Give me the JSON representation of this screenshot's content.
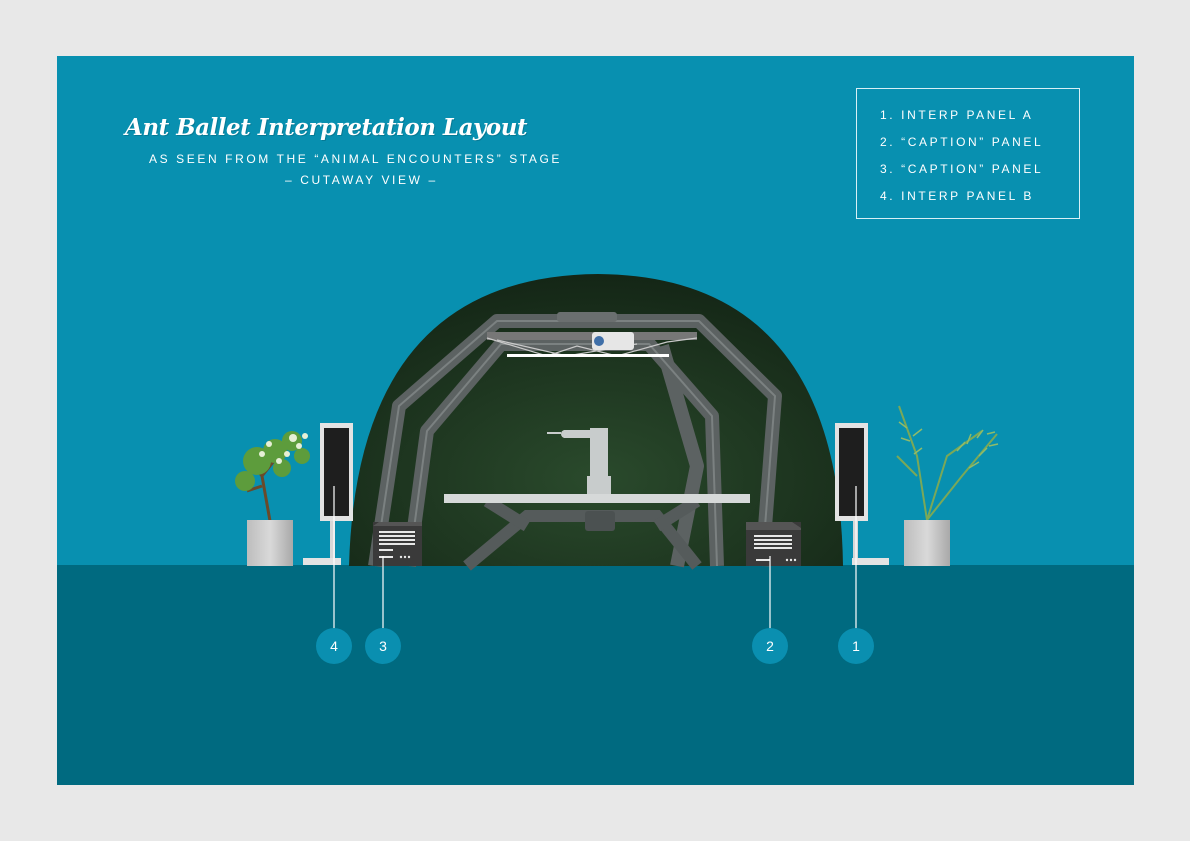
{
  "header": {
    "title": "Ant Ballet Interpretation Layout",
    "subtitle": "AS SEEN FROM THE “ANIMAL ENCOUNTERS” STAGE",
    "view_label": "– CUTAWAY VIEW –"
  },
  "legend": {
    "items": [
      {
        "label": "1. INTERP PANEL A"
      },
      {
        "label": "2. “CAPTION” PANEL"
      },
      {
        "label": "3. “CAPTION” PANEL"
      },
      {
        "label": "4. INTERP PANEL B"
      }
    ]
  },
  "markers": [
    {
      "number": "4"
    },
    {
      "number": "3"
    },
    {
      "number": "2"
    },
    {
      "number": "1"
    }
  ],
  "colors": {
    "background": "#0890b0",
    "floor": "#006a80",
    "dome": "#1c3420",
    "frame": "#5f6565",
    "marker": "#0a8fb0",
    "page": "#e8e8e8"
  }
}
